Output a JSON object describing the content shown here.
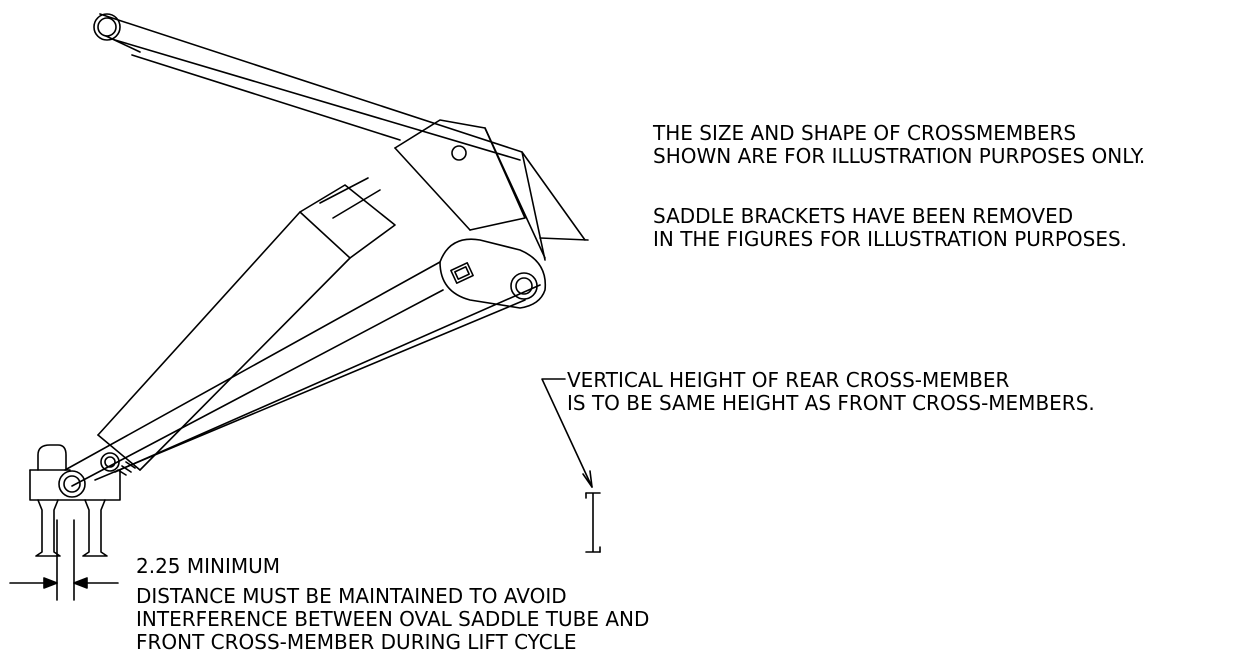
{
  "notes": {
    "crossmembers": [
      "THE SIZE AND SHAPE OF CROSSMEMBERS",
      "SHOWN ARE FOR ILLUSTRATION PURPOSES ONLY."
    ],
    "saddle_brackets": [
      "SADDLE BRACKETS HAVE BEEN REMOVED",
      "IN THE FIGURES FOR ILLUSTRATION PURPOSES."
    ],
    "vertical_height": [
      "VERTICAL HEIGHT OF REAR CROSS-MEMBER",
      "IS TO BE SAME HEIGHT AS FRONT CROSS-MEMBERS."
    ],
    "minimum_dimension": "2.25 MINIMUM",
    "distance_warning": [
      "DISTANCE MUST BE MAINTAINED TO AVOID",
      "INTERFERENCE BETWEEN OVAL SADDLE TUBE AND",
      "FRONT CROSS-MEMBER DURING LIFT CYCLE"
    ]
  }
}
